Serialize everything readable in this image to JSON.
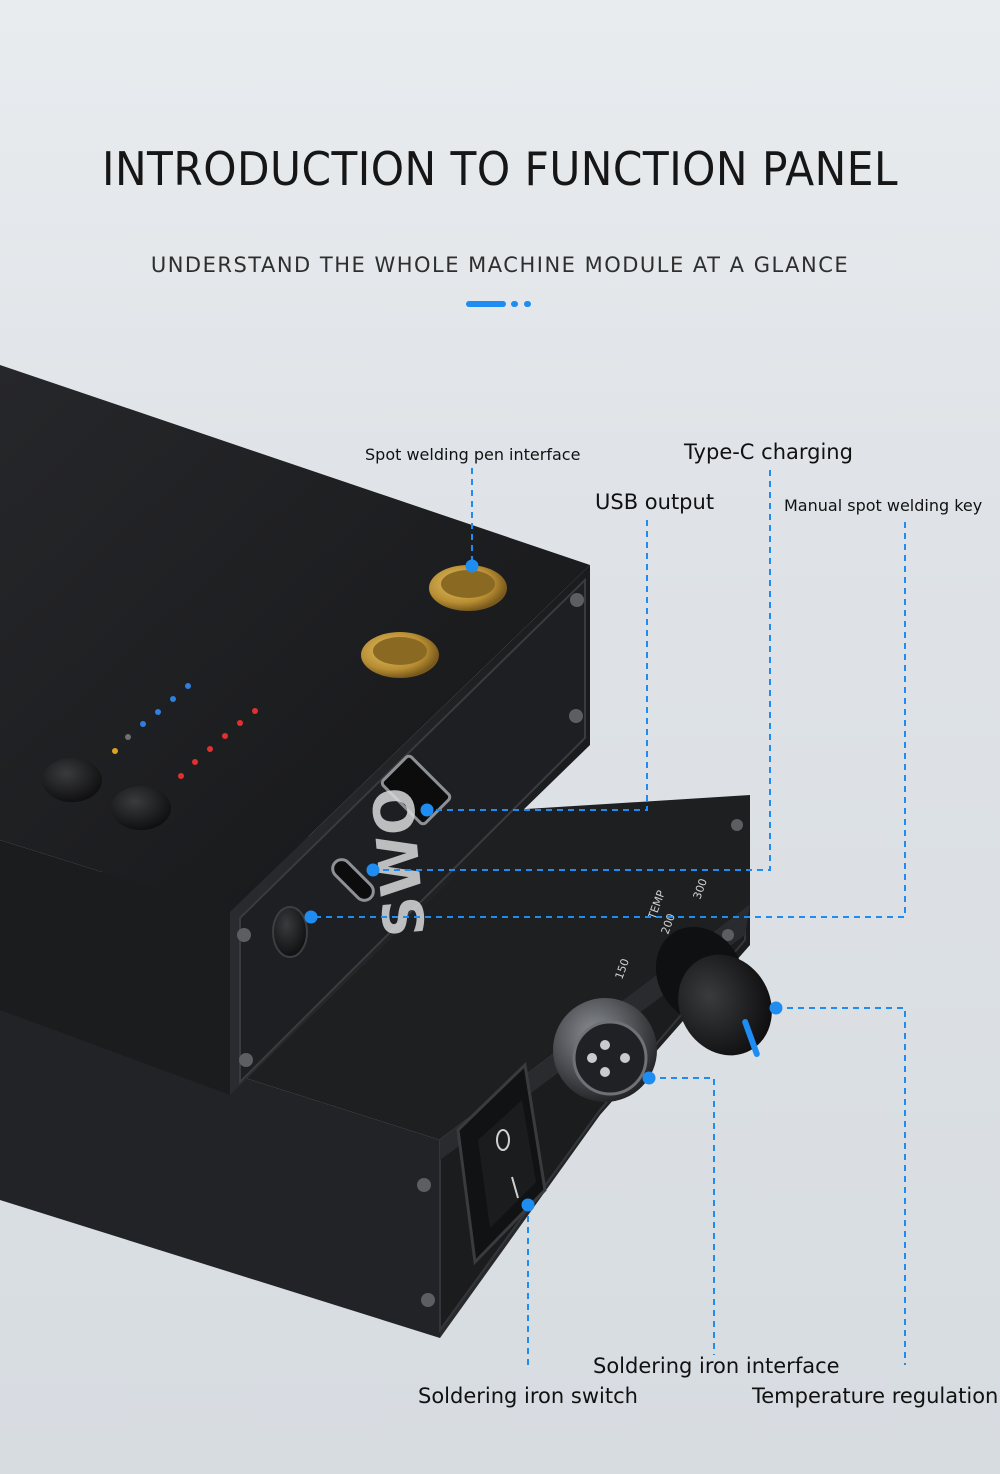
{
  "header": {
    "title": "INTRODUCTION TO FUNCTION PANEL",
    "subtitle": "UNDERSTAND THE WHOLE MACHINE MODULE AT A GLANCE"
  },
  "colors": {
    "accent": "#1e8cf0",
    "device": "#1c1d1f",
    "brass": "#c9a24a"
  },
  "device": {
    "brand_mark": "SWO",
    "dial_ticks": [
      "150",
      "TEMP",
      "200",
      "300"
    ]
  },
  "callouts": {
    "spot_welding_pen": "Spot welding pen interface",
    "type_c": "Type-C charging",
    "usb": "USB output",
    "manual_key": "Manual spot welding key",
    "iron_interface": "Soldering iron interface",
    "iron_switch": "Soldering iron switch",
    "temperature": "Temperature regulation"
  }
}
